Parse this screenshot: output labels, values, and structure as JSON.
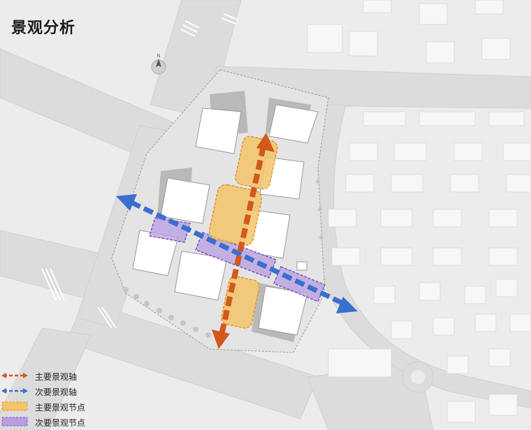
{
  "title": "景观分析",
  "north_label": "N",
  "legend": [
    {
      "label": "主要景观轴",
      "symbol": "primary-axis"
    },
    {
      "label": "次要景观轴",
      "symbol": "secondary-axis"
    },
    {
      "label": "主要景观节点",
      "symbol": "primary-node"
    },
    {
      "label": "次要景观节点",
      "symbol": "secondary-node"
    }
  ],
  "colors": {
    "primary_axis": "#d2581c",
    "secondary_axis": "#3a6fd0",
    "primary_node_fill": "#f3c46a",
    "primary_node_stroke": "#e0962a",
    "secondary_node_fill": "#b89ee0",
    "secondary_node_stroke": "#7a4fc8",
    "background": "#ececec",
    "road": "#dcdcdc",
    "building": "#ffffff"
  }
}
